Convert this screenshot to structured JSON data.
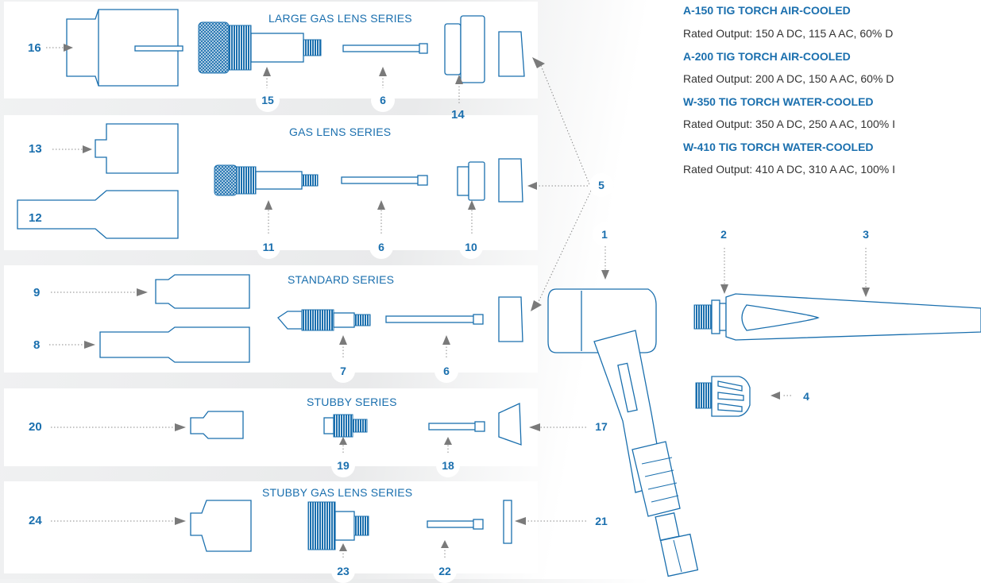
{
  "specs": [
    {
      "title": "A-150 TIG TORCH AIR-COOLED",
      "text": "Rated Output: 150 A DC, 115 A AC, 60% D"
    },
    {
      "title": "A-200 TIG TORCH AIR-COOLED",
      "text": "Rated Output: 200 A DC, 150 A AC, 60% D"
    },
    {
      "title": "W-350 TIG TORCH WATER-COOLED",
      "text": "Rated Output: 350 A DC, 250 A AC, 100% I"
    },
    {
      "title": "W-410 TIG TORCH WATER-COOLED",
      "text": "Rated Output: 410 A DC, 310 A AC, 100% I"
    }
  ],
  "series": {
    "large_gas_lens": "LARGE GAS LENS SERIES",
    "gas_lens": "GAS LENS SERIES",
    "standard": "STANDARD SERIES",
    "stubby": "STUBBY SERIES",
    "stubby_gas_lens": "STUBBY GAS LENS SERIES"
  },
  "labels": {
    "p16": "16",
    "p15": "15",
    "p6a": "6",
    "p14": "14",
    "p13": "13",
    "p12": "12",
    "p11": "11",
    "p6b": "6",
    "p10": "10",
    "p9": "9",
    "p8": "8",
    "p7": "7",
    "p6c": "6",
    "p20": "20",
    "p19": "19",
    "p18": "18",
    "p17": "17",
    "p24": "24",
    "p23": "23",
    "p22": "22",
    "p21": "21",
    "p5": "5",
    "p1": "1",
    "p2": "2",
    "p3": "3",
    "p4": "4"
  },
  "colors": {
    "accent": "#1a6fae",
    "leader": "#8a8a8a",
    "text": "#333333"
  }
}
